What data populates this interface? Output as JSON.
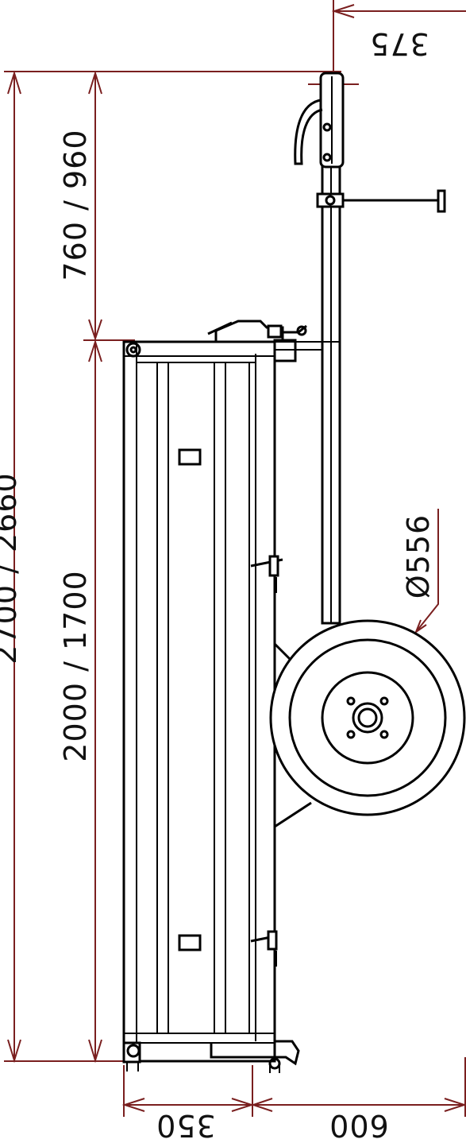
{
  "drawing": {
    "dimensions": {
      "overall_length": "2700 / 2660",
      "drawbar_length": "760 / 960",
      "body_length": "2000 / 1700",
      "coupling_offset": "375",
      "body_width": "350",
      "axle_offset": "600",
      "wheel_diameter": "Ø556"
    },
    "colors": {
      "dimension_line": "#7a1f1f",
      "object_line": "#000000",
      "background": "#ffffff"
    }
  }
}
